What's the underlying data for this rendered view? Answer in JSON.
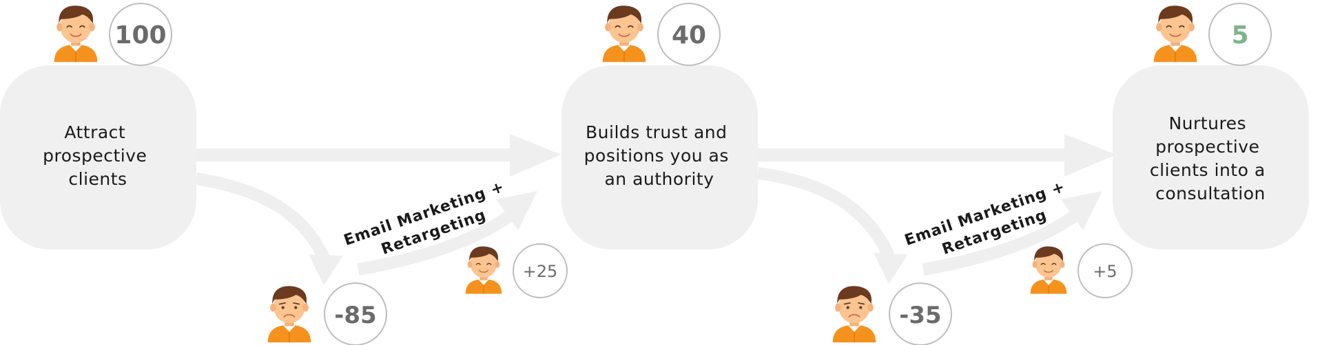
{
  "stages": [
    {
      "lines": [
        "Attract",
        "prospective",
        "clients"
      ],
      "count": "100"
    },
    {
      "lines": [
        "Builds trust and",
        "positions you as",
        "an authority"
      ],
      "count": "40"
    },
    {
      "lines": [
        "Nurtures",
        "prospective",
        "clients into a",
        "consultation"
      ],
      "count": "5"
    }
  ],
  "dropoffs": [
    {
      "value": "-85",
      "recovered": "+25",
      "channel_lines": [
        "Email Marketing +",
        "Retargeting"
      ]
    },
    {
      "value": "-35",
      "recovered": "+5",
      "channel_lines": [
        "Email Marketing +",
        "Retargeting"
      ]
    }
  ],
  "colors": {
    "box_fill": "#f0f0f0",
    "arrow_fill": "#efefef",
    "count_default": "#6b6b6b",
    "count_final": "#7fb38a",
    "shirt": "#f5921e",
    "skin": "#fcc48f",
    "hair": "#6b3a1f",
    "circle_stroke": "#bdbdbd"
  },
  "icons": {
    "person": "person-icon",
    "sad_person": "sad-person-icon"
  }
}
